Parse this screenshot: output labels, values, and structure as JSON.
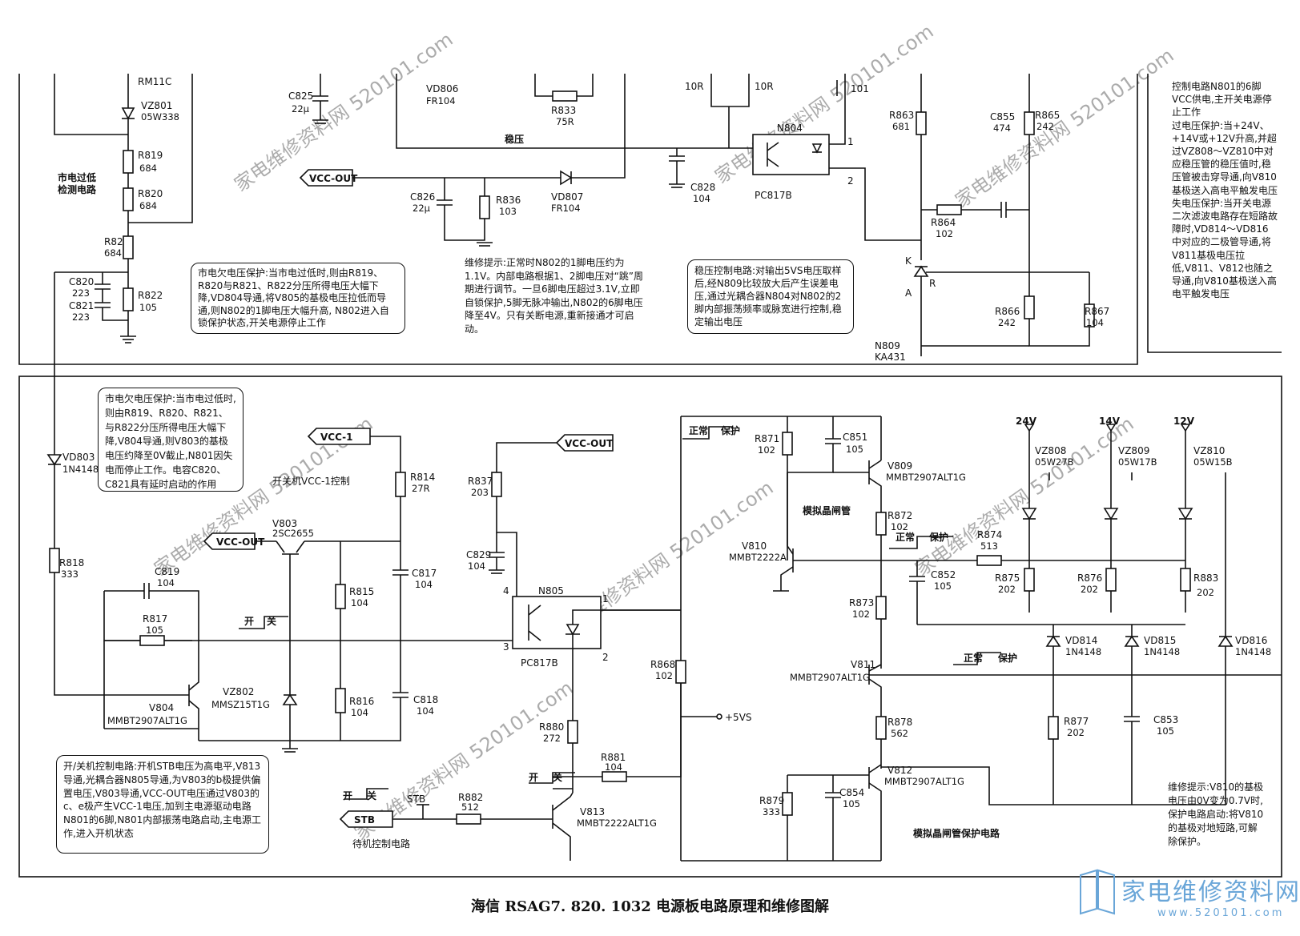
{
  "caption": "海信 RSAG7. 820. 1032 电源板电路原理和维修图解",
  "watermark": "家电维修资料网 520101.com",
  "brand": {
    "name": "家电维修资料网",
    "url": "www.520101.com"
  },
  "colors": {
    "line": "#111111",
    "brand": "#6aa6d8"
  },
  "top_labels": {
    "rm11c": "RM11C",
    "vz801": "VZ801",
    "vz801v": "05W338",
    "r819": "R819",
    "r819v": "684",
    "r820": "R820",
    "r820v": "684",
    "r82": "R82",
    "r82v": "684",
    "r822": "R822",
    "r822v": "105",
    "c820": "C820",
    "c820v": "223",
    "c821": "C821",
    "c821v": "223",
    "mains_det": "市电过低",
    "mains_det2": "检测电路",
    "c825": "C825",
    "c825v": "22μ",
    "vd806": "VD806",
    "vd806v": "FR104",
    "r833": "R833",
    "r833v": "75R",
    "wenya": "稳压",
    "vcc_out": "VCC-OUT",
    "vd807": "VD807",
    "vd807v": "FR104",
    "c826": "C826",
    "c826v": "22μ",
    "r836": "R836",
    "r836v": "103",
    "r10a": "10R",
    "r10b": "10R",
    "r101": "101",
    "n804": "N804",
    "pc817b": "PC817B",
    "c828": "C828",
    "c828v": "104",
    "pin1": "1",
    "pin2": "2",
    "r863": "R863",
    "r863v": "681",
    "c855": "C855",
    "c855v": "474",
    "r865": "R865",
    "r865v": "242",
    "r864": "R864",
    "r864v": "102",
    "k": "K",
    "a": "A",
    "r": "R",
    "r866": "R866",
    "r866v": "242",
    "r867": "R867",
    "r867v": "104",
    "n809": "N809",
    "ka431": "KA431"
  },
  "bottom_labels": {
    "vcc1": "VCC-1",
    "vcc_out2": "VCC-OUT",
    "vcc_out3": "VCC-OUT",
    "sw_vcc1": "开关机VCC-1控制",
    "r814": "R814",
    "r814v": "27R",
    "r837": "R837",
    "r837v": "203",
    "vd803": "VD803",
    "vd803v": "1N4148",
    "v803": "V803",
    "v803v": "2SC2655",
    "c829": "C829",
    "c829v": "104",
    "r818": "R818",
    "r818v": "333",
    "c819": "C819",
    "c819v": "104",
    "r815": "R815",
    "r815v": "104",
    "c817": "C817",
    "c817v": "104",
    "n805": "N805",
    "pc817b2": "PC817B",
    "p4": "4",
    "p3": "3",
    "p1": "1",
    "p2": "2",
    "r817": "R817",
    "r817v": "105",
    "kai": "开",
    "guan": "关",
    "v804": "V804",
    "v804v": "MMBT2907ALT1G",
    "vz802": "VZ802",
    "vz802v": "MMSZ15T1G",
    "r816": "R816",
    "r816v": "104",
    "c818": "C818",
    "c818v": "104",
    "r868": "R868",
    "r868v": "102",
    "r880": "R880",
    "r880v": "272",
    "r881": "R881",
    "r881v": "104",
    "p5vs": "+5VS",
    "stb1": "STB",
    "stb2": "STB",
    "r882": "R882",
    "r882v": "512",
    "v813": "V813",
    "v813v": "MMBT2222ALT1G",
    "standby": "待机控制电路",
    "zhengchang": "正常",
    "baohu": "保护",
    "r871": "R871",
    "r871v": "102",
    "c851": "C851",
    "c851v": "105",
    "v809": "V809",
    "v809v": "MMBT2907ALT1G",
    "scr": "模拟晶闸管",
    "r872": "R872",
    "r872v": "102",
    "v810": "V810",
    "v810v": "MMBT2222A",
    "r874": "R874",
    "r874v": "513",
    "c852": "C852",
    "c852v": "105",
    "r873": "R873",
    "r873v": "102",
    "v811": "V811",
    "v811v": "MMBT2907ALT1G",
    "r878": "R878",
    "r878v": "562",
    "v812": "V812",
    "v812v": "MMBT2907ALT1G",
    "r879": "R879",
    "r879v": "333",
    "c854": "C854",
    "c854v": "105",
    "scr_prot": "模拟晶闸管保护电路",
    "v24": "24V",
    "v14": "14V",
    "v12": "12V",
    "vz808": "VZ808",
    "vz808v": "05W27B",
    "vz809": "VZ809",
    "vz809v": "05W17B",
    "vz810": "VZ810",
    "vz810v": "05W15B",
    "r875": "R875",
    "r875v": "202",
    "r876": "R876",
    "r876v": "202",
    "r883": "R883",
    "r883v": "202",
    "vd814": "VD814",
    "vd814v": "1N4148",
    "vd815": "VD815",
    "vd815v": "1N4148",
    "vd816": "VD816",
    "vd816v": "1N4148",
    "r877": "R877",
    "r877v": "202",
    "c853": "C853",
    "c853v": "105"
  },
  "notes": {
    "undervolt_top": "市电欠电压保护:当市电过低时,则由R819、R820与R821、R822分压所得电压大幅下降,VD804导通,将V805的基极电压拉低而导通,则N802的1脚电压大幅升高, N802进入自锁保护状态,开关电源停止工作",
    "repair_n802": "维修提示:正常时N802的1脚电压约为1.1V。内部电路根据1、2脚电压对“跳”周期进行调节。一旦6脚电压超过3.1V,立即自锁保护,5脚无脉冲输出,N802的6脚电压降至4V。只有关断电源,重新接通才可启动。",
    "regulation": "稳压控制电路:对输出5VS电压取样后,经N809比较放大后产生误差电压,通过光耦合器N804对N802的2脚内部振荡频率或脉宽进行控制,稳定输出电压",
    "right_top": "控制电路N801的6脚VCC供电,主开关电源停止工作\n过电压保护:当+24V、+14V或+12V升高,并超过VZ808～VZ810中对应稳压管的稳压值时,稳压管被击穿导通,向V810基极送入高电平触发电压\n失电压保护:当开关电源二次滤波电路存在短路故障时,VD814～VD816中对应的二极管导通,将V811基极电压拉低,V811、V812也随之导通,向V810基极送入高电平触发电压",
    "undervolt_bottom": "市电欠电压保护:当市电过低时,则由R819、R820、R821、与R822分压所得电压大幅下降,V804导通,则V803的基极电压约降至0V截止,N801因失电而停止工作。电容C820、C821具有延时启动的作用",
    "onoff": "开/关机控制电路:开机STB电压为高电平,V813导通,光耦合器N805导通,为V803的b极提供偏置电压,V803导通,VCC-OUT电压通过V803的c、e极产生VCC-1电压,加到主电源驱动电路N801的6脚,N801内部振荡电路启动,主电源工作,进入开机状态",
    "repair_v810": "维修提示:V810的基极电压由0V变为0.7V时,保护电路启动:将V810的基极对地短路,可解除保护。"
  }
}
